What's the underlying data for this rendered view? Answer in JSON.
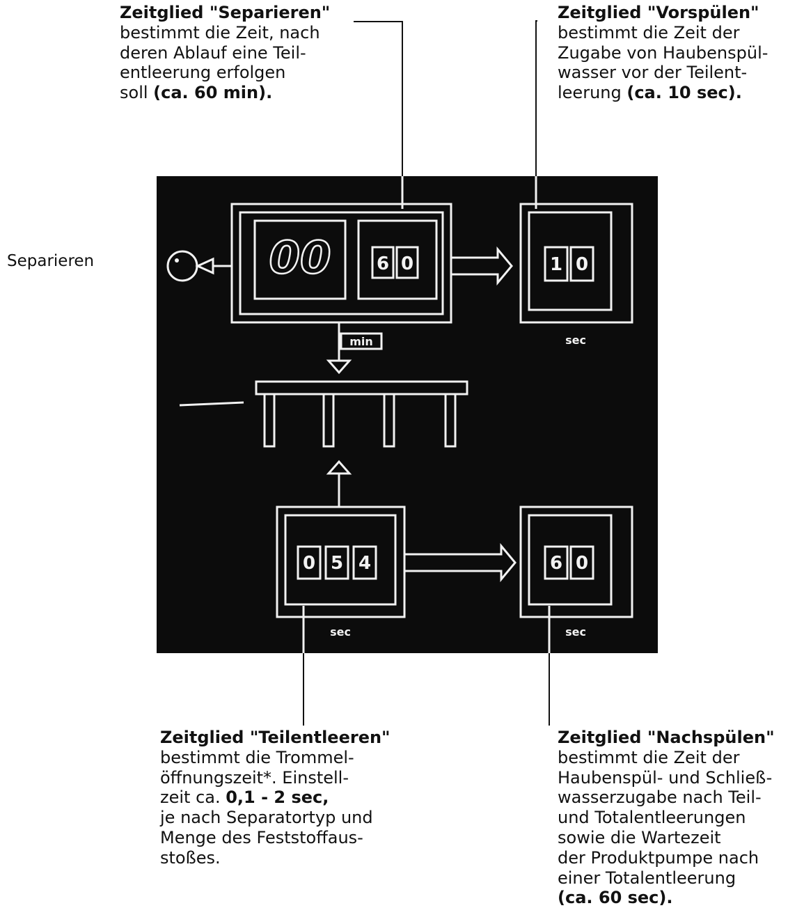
{
  "side_label": "Separieren",
  "labels": {
    "separieren": {
      "title": "Zeitglied \"Separieren\"",
      "line1": "bestimmt die Zeit, nach",
      "line2": "deren Ablauf eine Teil-",
      "line3": "entleerung erfolgen",
      "line4_pre": "soll ",
      "line4_bold": "(ca. 60 min)."
    },
    "vorspuelen": {
      "title": "Zeitglied \"Vorspülen\"",
      "line1": "bestimmt die Zeit der",
      "line2": "Zugabe von Haubenspül-",
      "line3": "wasser vor der Teilent-",
      "line4_pre": "leerung ",
      "line4_bold": "(ca. 10 sec)."
    },
    "teilentleeren": {
      "title": "Zeitglied \"Teilentleeren\"",
      "line1": "bestimmt die Trommel-",
      "line2": "öffnungszeit*. Einstell-",
      "line3_pre": "zeit ca. ",
      "line3_bold": "0,1 - 2 sec,",
      "line4": "je nach Separatortyp und",
      "line5": "Menge des Feststoffaus-",
      "line6": "stoßes."
    },
    "nachspuelen": {
      "title": "Zeitglied \"Nachspülen\"",
      "line1": "bestimmt die Zeit der",
      "line2": "Haubenspül- und Schließ-",
      "line3": "wasserzugabe nach Teil-",
      "line4": "und Totalentleerungen",
      "line5": "sowie die Wartezeit",
      "line6": "der Produktpumpe nach",
      "line7": "einer Totalentleerung",
      "line8": "(ca. 60 sec)."
    }
  },
  "panel": {
    "display_value": "00",
    "separieren_digits": [
      "6",
      "0"
    ],
    "vorspuelen_digits": [
      "1",
      "0"
    ],
    "teilentleeren_digits": [
      "0",
      "5",
      "4"
    ],
    "nachspuelen_digits": [
      "6",
      "0"
    ],
    "unit_min": "min",
    "unit_sec_1": "sec",
    "unit_sec_2": "sec",
    "unit_sec_3": "sec"
  },
  "colors": {
    "panel_background": "#0c0c0c",
    "panel_lines": "#f2f2f2",
    "text": "#111111"
  }
}
